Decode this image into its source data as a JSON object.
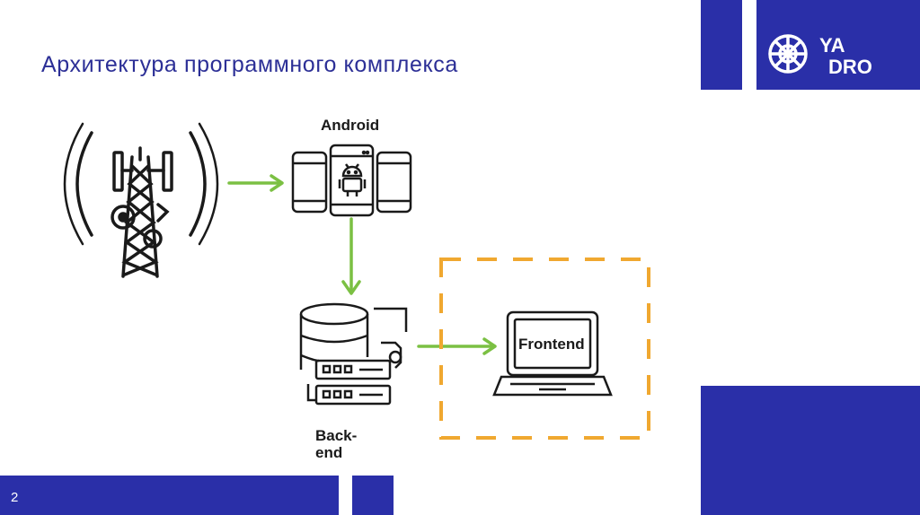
{
  "slide": {
    "title": "Архитектура программного комплекса",
    "page_number": "2",
    "accent_color": "#2a2fa8",
    "title_color": "#2c2f96",
    "arrow_color": "#7bc043",
    "dash_color": "#f0a830"
  },
  "logo": {
    "icon": "yadro-logo-icon",
    "text": "YADRO"
  },
  "diagram": {
    "nodes": [
      {
        "id": "cell-tower",
        "icon": "cell-tower-icon",
        "label": ""
      },
      {
        "id": "android",
        "icon": "smartphones-android-icon",
        "label": "Android"
      },
      {
        "id": "backend",
        "icon": "database-server-icon",
        "label": "Back-end"
      },
      {
        "id": "frontend",
        "icon": "laptop-icon",
        "label": "Frontend"
      }
    ],
    "edges": [
      {
        "from": "cell-tower",
        "to": "android"
      },
      {
        "from": "android",
        "to": "backend"
      },
      {
        "from": "backend",
        "to": "frontend"
      }
    ]
  }
}
